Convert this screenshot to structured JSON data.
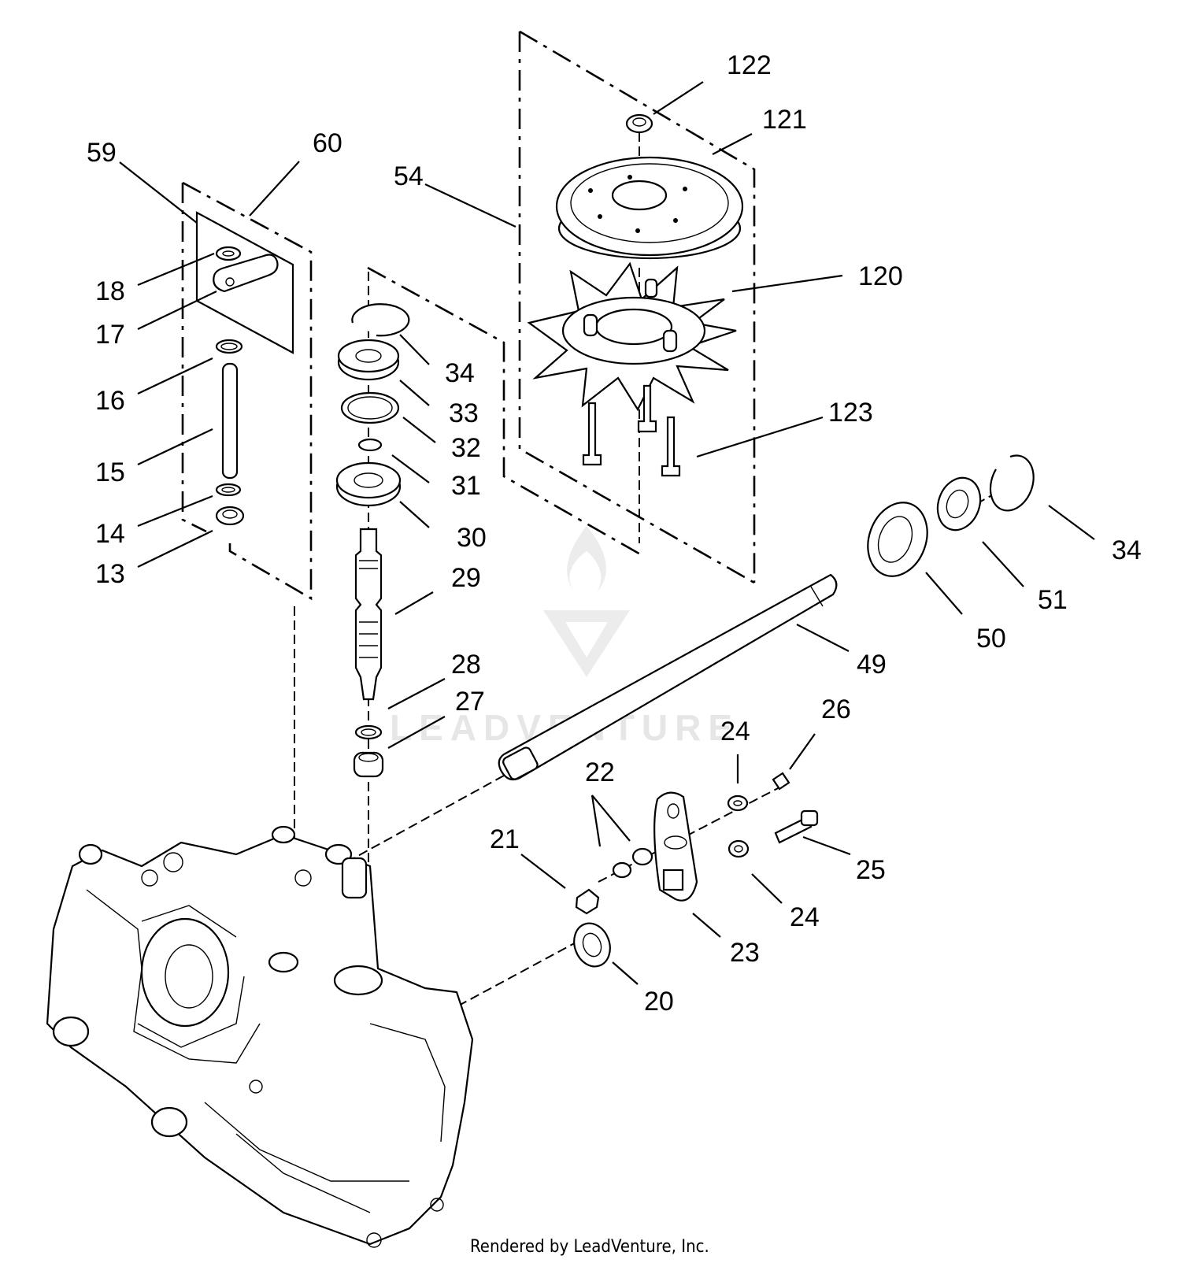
{
  "diagram": {
    "callouts": [
      {
        "id": "122",
        "text": "122"
      },
      {
        "id": "121",
        "text": "121"
      },
      {
        "id": "60",
        "text": "60"
      },
      {
        "id": "59",
        "text": "59"
      },
      {
        "id": "54",
        "text": "54"
      },
      {
        "id": "120",
        "text": "120"
      },
      {
        "id": "18",
        "text": "18"
      },
      {
        "id": "17",
        "text": "17"
      },
      {
        "id": "34a",
        "text": "34"
      },
      {
        "id": "16",
        "text": "16"
      },
      {
        "id": "33",
        "text": "33"
      },
      {
        "id": "123",
        "text": "123"
      },
      {
        "id": "32",
        "text": "32"
      },
      {
        "id": "15",
        "text": "15"
      },
      {
        "id": "31",
        "text": "31"
      },
      {
        "id": "14",
        "text": "14"
      },
      {
        "id": "30",
        "text": "30"
      },
      {
        "id": "34b",
        "text": "34"
      },
      {
        "id": "13",
        "text": "13"
      },
      {
        "id": "29",
        "text": "29"
      },
      {
        "id": "51",
        "text": "51"
      },
      {
        "id": "50",
        "text": "50"
      },
      {
        "id": "28",
        "text": "28"
      },
      {
        "id": "49",
        "text": "49"
      },
      {
        "id": "27",
        "text": "27"
      },
      {
        "id": "26",
        "text": "26"
      },
      {
        "id": "24a",
        "text": "24"
      },
      {
        "id": "22",
        "text": "22"
      },
      {
        "id": "21",
        "text": "21"
      },
      {
        "id": "25",
        "text": "25"
      },
      {
        "id": "24b",
        "text": "24"
      },
      {
        "id": "23",
        "text": "23"
      },
      {
        "id": "20",
        "text": "20"
      }
    ],
    "watermark": "LEADVENTURE",
    "footer": "Rendered by LeadVenture, Inc."
  }
}
